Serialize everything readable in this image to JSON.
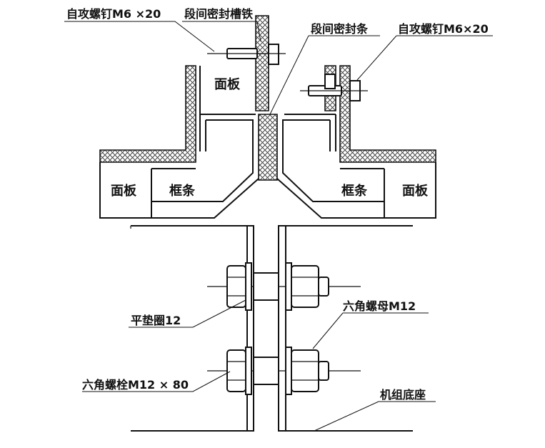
{
  "labels": {
    "self_tapping_screw_left": "自攻螺钉M6 ×20",
    "channel_iron": "段间密封槽铁",
    "sealing_strip": "段间密封条",
    "self_tapping_screw_right": "自攻螺钉M6×20",
    "panel_top": "面板",
    "panel_left": "面板",
    "panel_right": "面板",
    "frame_left": "框条",
    "frame_right": "框条",
    "flat_washer": "平垫圈12",
    "hex_nut": "六角螺母M12",
    "hex_bolt": "六角螺栓M12 × 80",
    "unit_base": "机组底座"
  }
}
